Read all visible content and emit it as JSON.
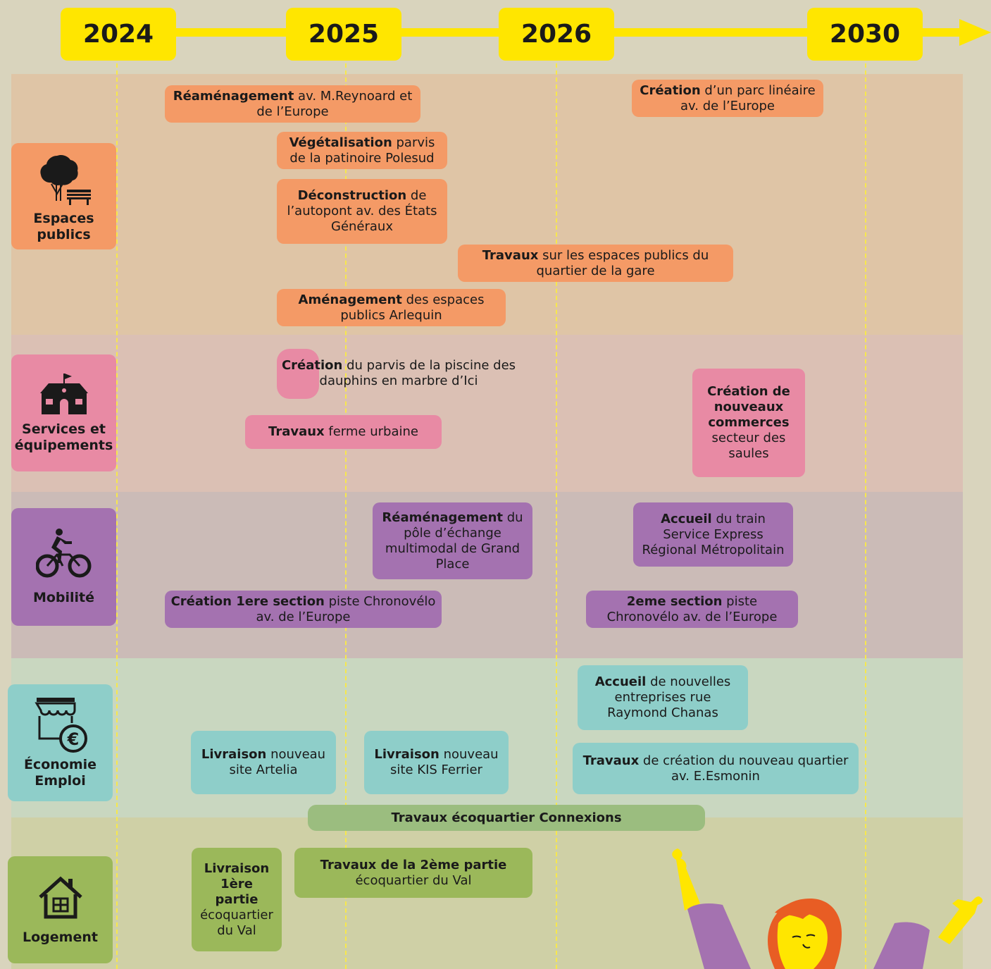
{
  "years": [
    "2024",
    "2025",
    "2026",
    "2030"
  ],
  "colors": {
    "timeline": "#ffe600",
    "espaces": "#f49a66",
    "services": "#e88aa4",
    "mobilite": "#a472b0",
    "economie": "#8ecec9",
    "logement": "#9bb85a",
    "connexions": "#9bbd7f"
  },
  "categories": {
    "espaces": {
      "label": "Espaces publics",
      "icon": "tree-bench-icon"
    },
    "services": {
      "label": "Services et équipements",
      "icon": "school-building-icon"
    },
    "mobilite": {
      "label": "Mobilité",
      "icon": "cyclist-icon"
    },
    "economie": {
      "label": "Économie Emploi",
      "icon": "shop-euro-icon"
    },
    "logement": {
      "label": "Logement",
      "icon": "house-icon"
    }
  },
  "projects": {
    "reamenagement_reynoard": {
      "bold": "Réaménagement",
      "rest": " av. M.Reynoard et de l’Europe"
    },
    "creation_parc": {
      "bold": "Création",
      "rest": " d’un parc linéaire av. de l’Europe"
    },
    "vegetalisation": {
      "bold": "Végétalisation",
      "rest": " parvis de la patinoire Polesud"
    },
    "deconstruction": {
      "bold": "Déconstruction",
      "rest": " de l’autopont av. des États Généraux"
    },
    "travaux_gare": {
      "bold": "Travaux",
      "rest": " sur les espaces publics du quartier de la gare"
    },
    "amenagement_arlequin": {
      "bold": "Aménagement",
      "rest": " des espaces publics Arlequin"
    },
    "creation_parvis": {
      "bold": "Création",
      "rest": " du parvis de la piscine des dauphins en marbre d’Ici"
    },
    "travaux_ferme": {
      "bold": "Travaux",
      "rest": " ferme urbaine"
    },
    "creation_commerces": {
      "bold": "Création de nouveaux commerces",
      "rest": " secteur des saules"
    },
    "reamenagement_pole": {
      "bold": "Réaménagement",
      "rest": " du pôle d’échange multimodal de Grand Place"
    },
    "accueil_train": {
      "bold": "Accueil",
      "rest": " du train Service Express Régional Métropolitain"
    },
    "piste_1": {
      "bold": "Création 1ere section",
      "rest": " piste Chronovélo av. de l’Europe"
    },
    "piste_2": {
      "bold": "2eme section",
      "rest": " piste Chronovélo av. de l’Europe"
    },
    "accueil_entreprises": {
      "bold": "Accueil",
      "rest": " de nouvelles entreprises rue Raymond Chanas"
    },
    "livraison_artelia": {
      "bold": "Livraison",
      "rest": " nouveau site Artelia"
    },
    "livraison_kis": {
      "bold": "Livraison",
      "rest": " nouveau site KIS Ferrier"
    },
    "travaux_esmonin": {
      "bold": "Travaux",
      "rest": " de création du nouveau quartier av. E.Esmonin"
    },
    "ecoquartier_connexions": {
      "bold": "Travaux écoquartier Connexions",
      "rest": ""
    },
    "livraison_val": {
      "bold": "Livraison 1ère partie",
      "rest": " écoquartier du Val"
    },
    "travaux_val_2": {
      "bold": "Travaux de la 2ème partie",
      "rest": "écoquartier du Val"
    }
  }
}
